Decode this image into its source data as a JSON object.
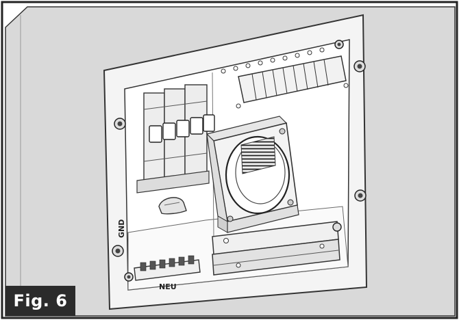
{
  "figure": {
    "caption": "Fig. 6",
    "labels": {
      "ground": "GND",
      "neutral": "NEU"
    }
  },
  "colors": {
    "background": "#d9d9d9",
    "line": "#333333",
    "badge": "#2b2b2b",
    "badge_text": "#ffffff"
  }
}
